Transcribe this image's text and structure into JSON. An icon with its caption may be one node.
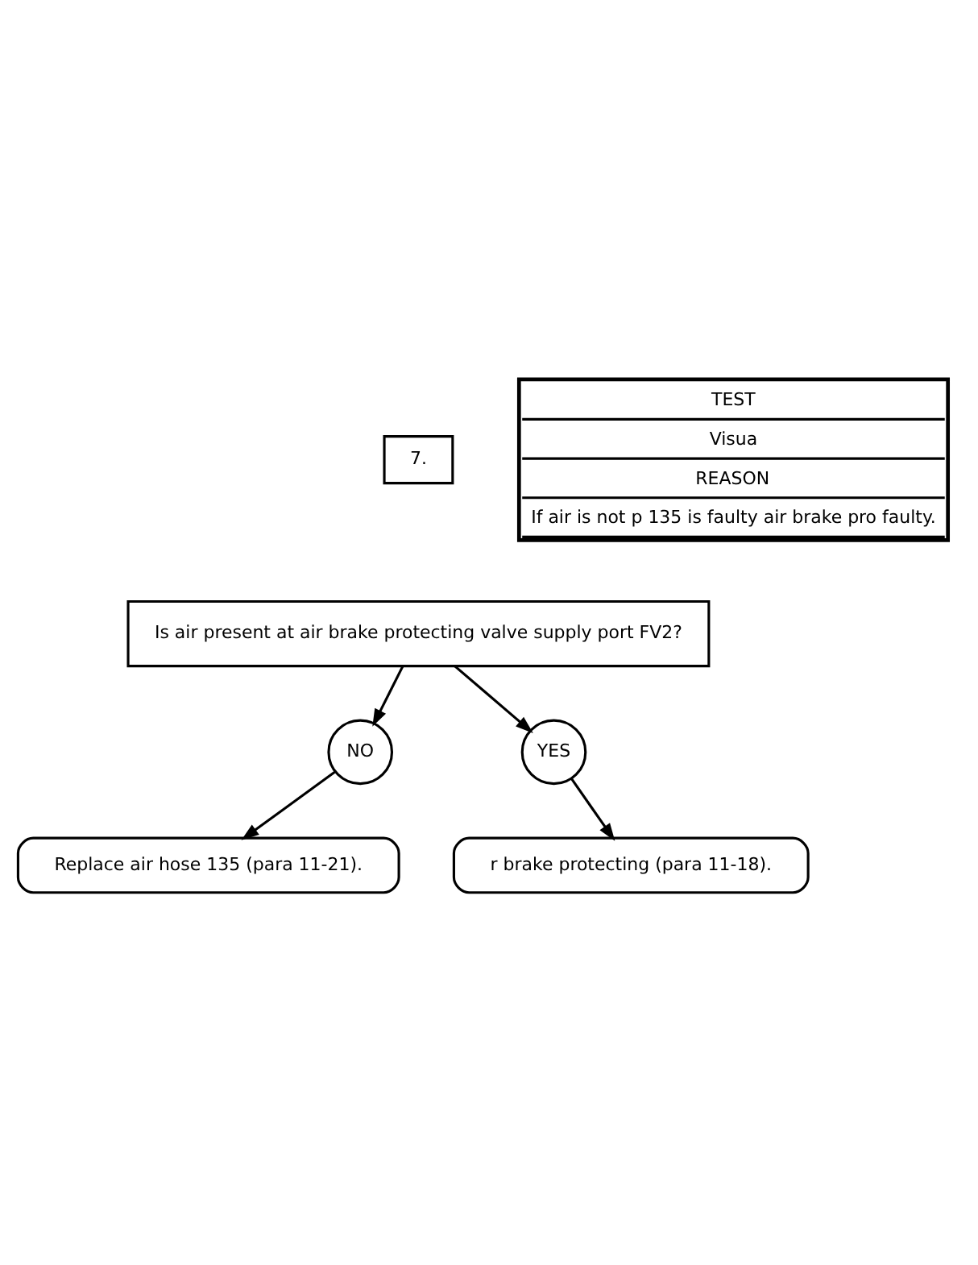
{
  "diagram": {
    "nodes": [
      {
        "text": [
          "7."
        ]
      },
      {
        "text": [
          "Is air present at air brake protecting valve supply port FV2?"
        ]
      },
      {
        "text": [
          "TEST",
          "Visua",
          "REASON",
          "If air is not p 135 is faulty air brake pro faulty."
        ]
      },
      {
        "text": [
          "NO"
        ]
      },
      {
        "text": [
          "YES"
        ]
      },
      {
        "text": [
          "Replace air hose 135 (para 11-21)."
        ]
      },
      {
        "text": [
          "r brake protecting (para 11-18)."
        ]
      }
    ],
    "edges": [
      {
        "from": 1,
        "to": 3,
        "arrow": "to"
      },
      {
        "from": 1,
        "to": 4,
        "arrow": "to"
      },
      {
        "from": 3,
        "to": 5,
        "arrow": "to"
      },
      {
        "from": 4,
        "to": 6,
        "arrow": "to"
      }
    ]
  }
}
